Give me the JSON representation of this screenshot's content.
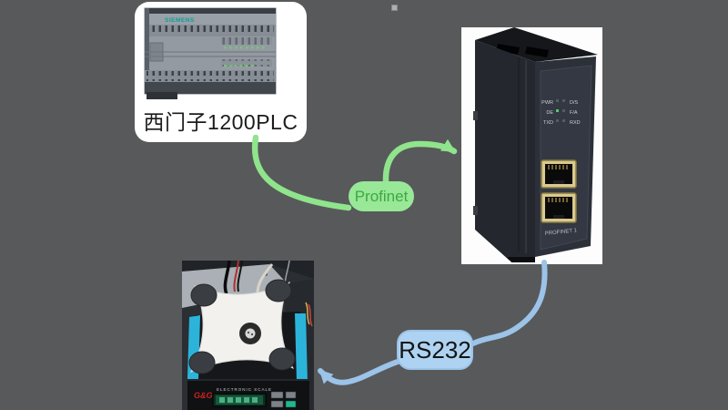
{
  "background": "#58595b",
  "plc_card": {
    "label": "西门子1200PLC",
    "brand": "SIEMENS"
  },
  "gateway": {
    "led_rows": [
      {
        "left": "PWR",
        "right": "D/S"
      },
      {
        "left": "DE",
        "right": "F/A"
      },
      {
        "left": "TXD",
        "right": "RXD"
      }
    ],
    "port_label": "PROFINET 1"
  },
  "scale": {
    "brand": "G&G",
    "panel_label": "ELECTRONIC SCALE"
  },
  "connections": {
    "profinet": {
      "label": "Profinet",
      "line_color": "#8fe48c",
      "text_color": "#3ea843",
      "fill": "#98e898"
    },
    "rs232": {
      "label": "RS232",
      "line_color": "#9cc3e8",
      "text_color": "#141414",
      "fill": "#aed3f2"
    }
  }
}
